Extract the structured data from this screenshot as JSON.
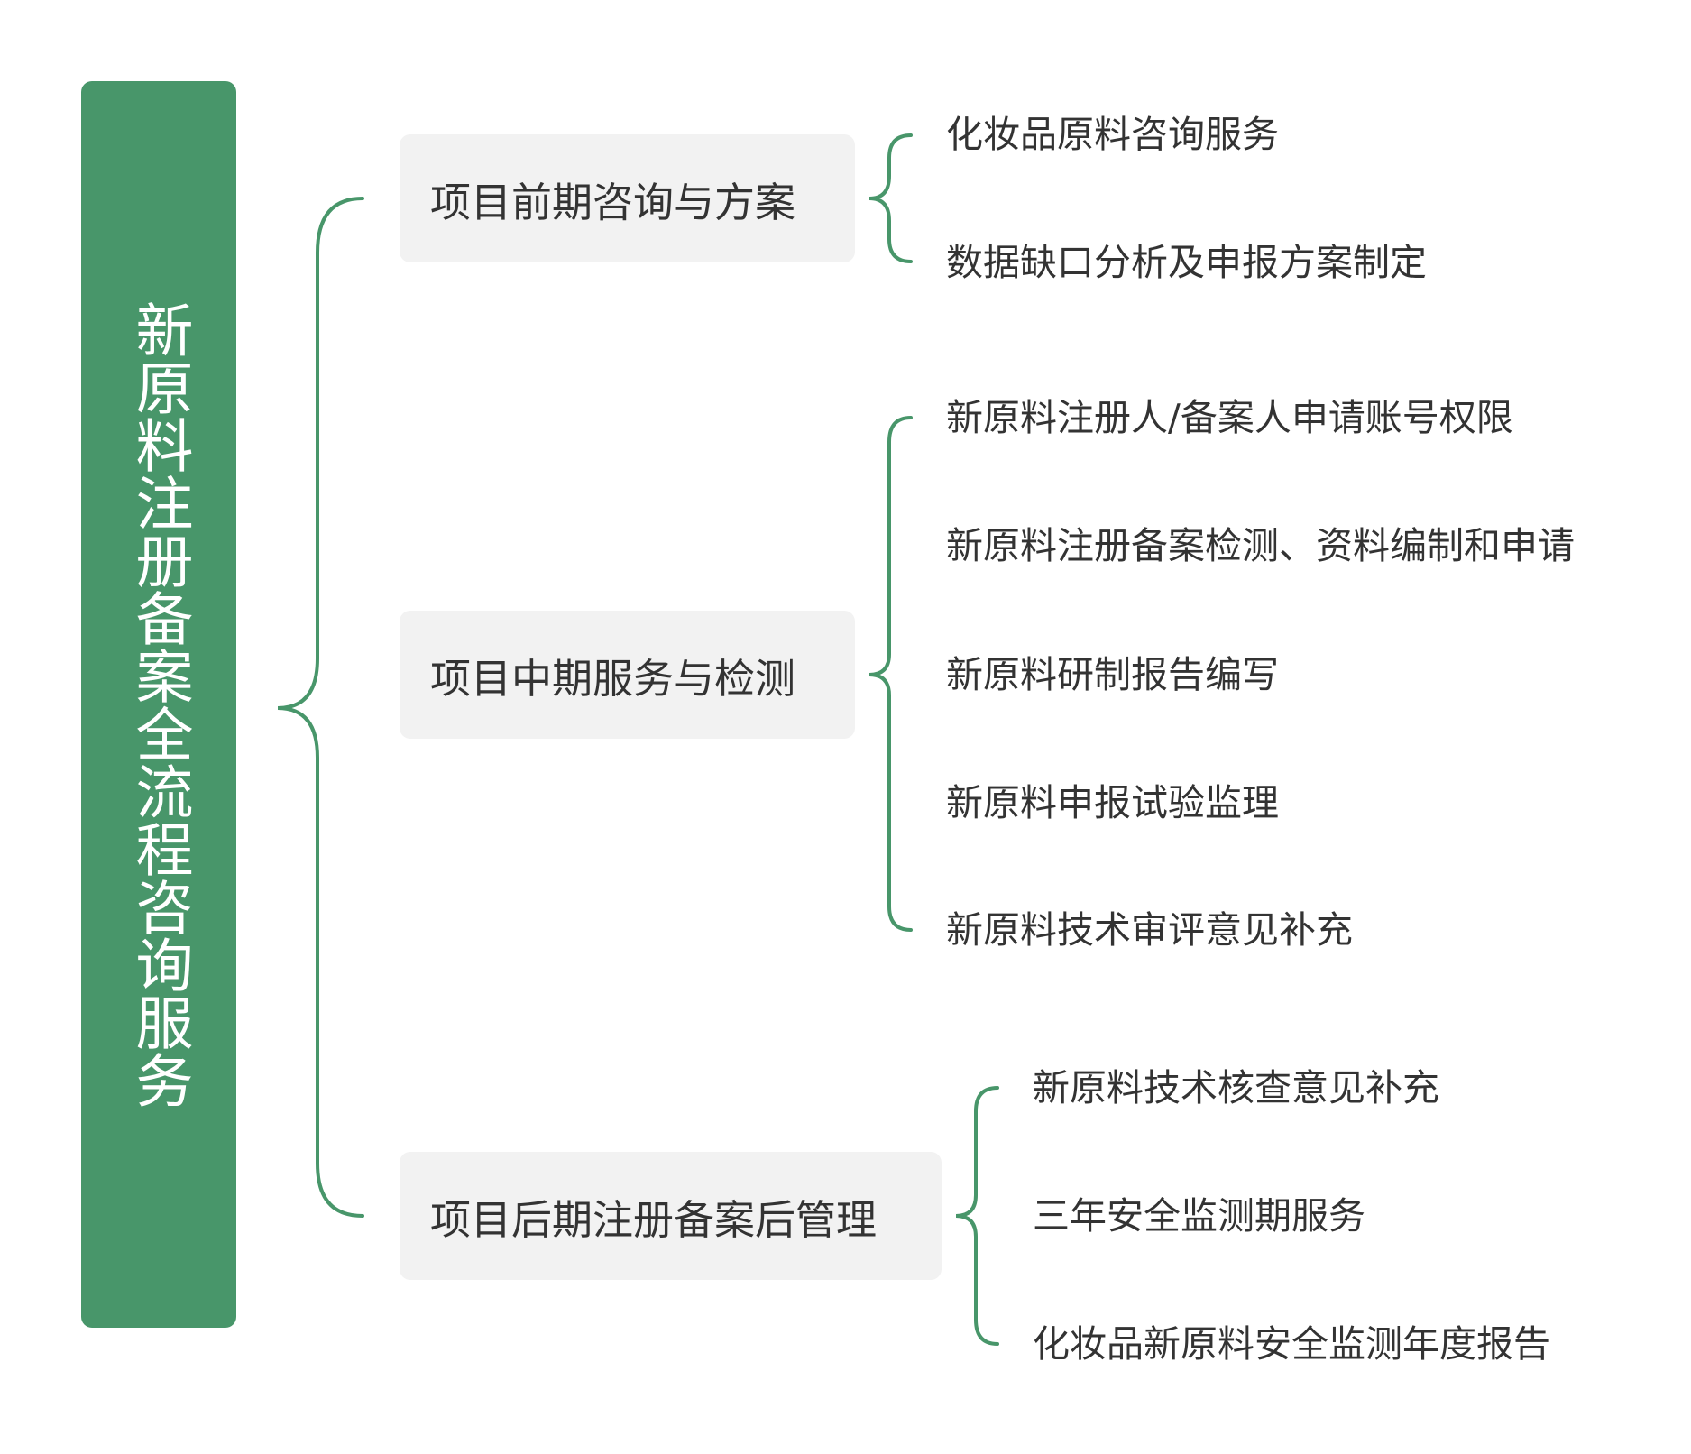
{
  "colors": {
    "accent": "#48966a",
    "branch_bg": "#f2f2f2",
    "text": "#333333",
    "root_text": "#ffffff"
  },
  "root": {
    "label": "新原料注册备案全流程咨询服务"
  },
  "branches": [
    {
      "label": "项目前期咨询与方案",
      "children": [
        "化妆品原料咨询服务",
        "数据缺口分析及申报方案制定"
      ]
    },
    {
      "label": "项目中期服务与检测",
      "children": [
        "新原料注册人/备案人申请账号权限",
        "新原料注册备案检测、资料编制和申请",
        "新原料研制报告编写",
        "新原料申报试验监理",
        "新原料技术审评意见补充"
      ]
    },
    {
      "label": "项目后期注册备案后管理",
      "children": [
        "新原料技术核查意见补充",
        "三年安全监测期服务",
        "化妆品新原料安全监测年度报告"
      ]
    }
  ]
}
